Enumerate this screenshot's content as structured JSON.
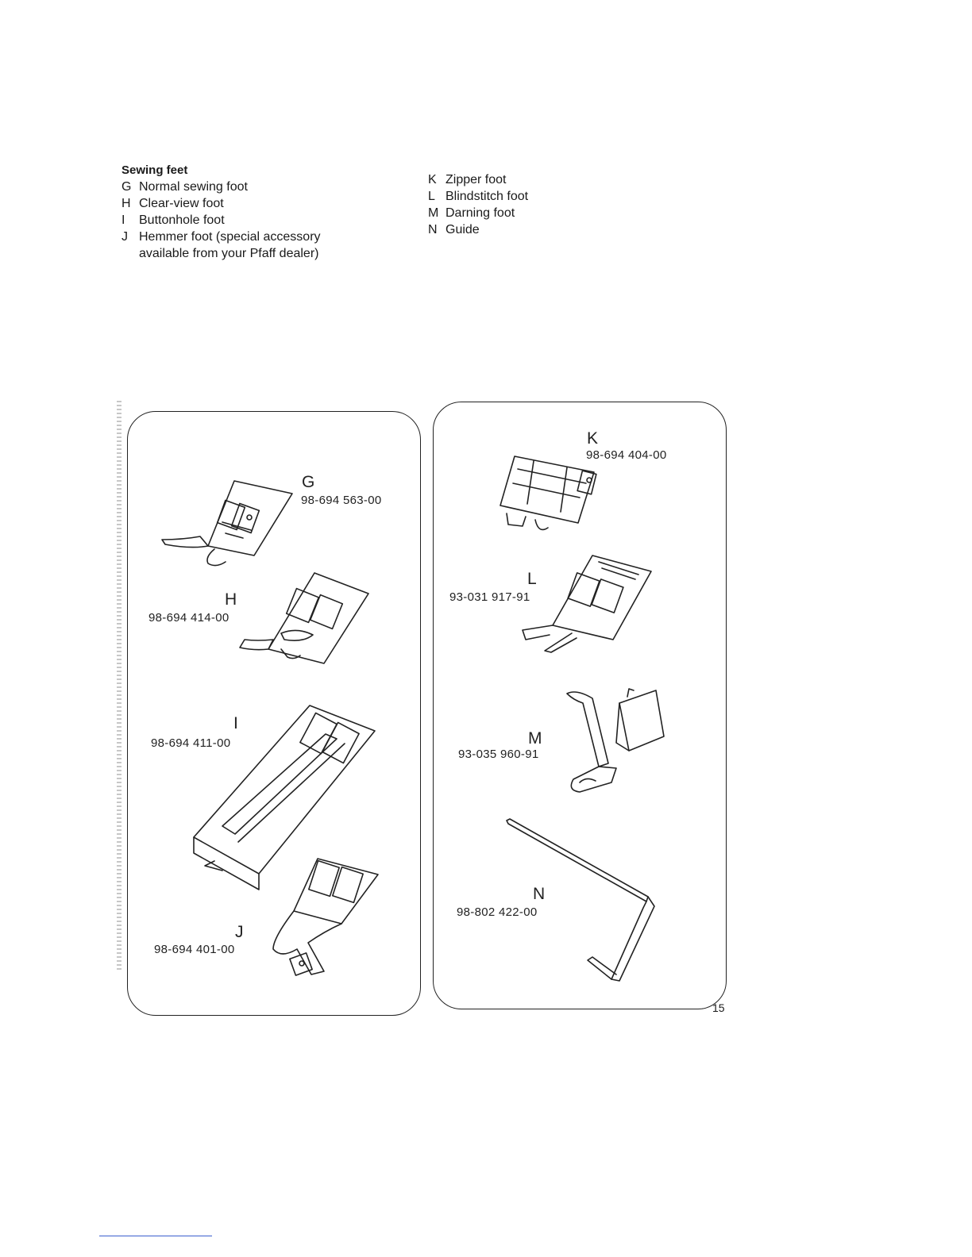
{
  "header": {
    "title": "Sewing feet"
  },
  "legend_left": [
    {
      "key": "G",
      "text": "Normal sewing foot"
    },
    {
      "key": "H",
      "text": "Clear-view foot"
    },
    {
      "key": "I",
      "text": "Buttonhole foot"
    },
    {
      "key": "J",
      "text": "Hemmer foot (special accessory",
      "cont": "available from your Pfaff dealer)"
    }
  ],
  "legend_right": [
    {
      "key": "K",
      "text": "Zipper foot"
    },
    {
      "key": "L",
      "text": "Blindstitch foot"
    },
    {
      "key": "M",
      "text": "Darning foot"
    },
    {
      "key": "N",
      "text": "Guide"
    }
  ],
  "parts_left": [
    {
      "letter": "G",
      "number": "98-694 563-00"
    },
    {
      "letter": "H",
      "number": "98-694 414-00"
    },
    {
      "letter": "I",
      "number": "98-694 411-00"
    },
    {
      "letter": "J",
      "number": "98-694 401-00"
    }
  ],
  "parts_right": [
    {
      "letter": "K",
      "number": "98-694 404-00"
    },
    {
      "letter": "L",
      "number": "93-031 917-91"
    },
    {
      "letter": "M",
      "number": "93-035 960-91"
    },
    {
      "letter": "N",
      "number": "98-802 422-00"
    }
  ],
  "footer": {
    "page_number": "15"
  },
  "icons": [
    "normal-sewing-foot-icon",
    "clear-view-foot-icon",
    "buttonhole-foot-icon",
    "hemmer-foot-icon",
    "zipper-foot-icon",
    "blindstitch-foot-icon",
    "darning-foot-icon",
    "guide-icon"
  ]
}
